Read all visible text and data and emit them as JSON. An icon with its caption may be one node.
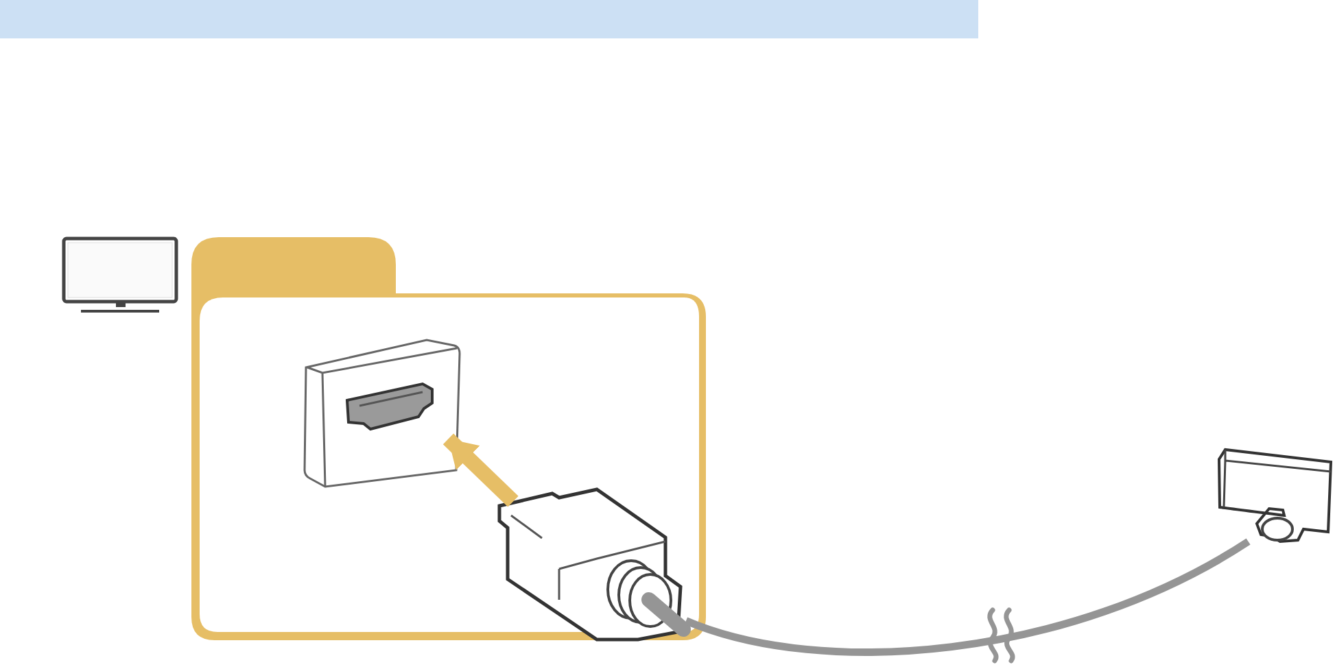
{
  "diagram": {
    "nodes": [
      {
        "text": [],
        "shape": "picture"
      },
      {
        "text": [],
        "shape": "box"
      },
      {
        "text": [],
        "shape": "picture",
        "in": 1
      },
      {
        "text": [],
        "shape": "picture",
        "in": 1
      },
      {
        "text": [],
        "shape": "picture"
      }
    ],
    "edges": [
      {
        "from": 3,
        "to": 2,
        "arrow": "to",
        "style": "thick",
        "color": "#e6be66"
      },
      {
        "from": 3,
        "to": 4,
        "arrow": "none",
        "color": "#959595"
      }
    ]
  }
}
